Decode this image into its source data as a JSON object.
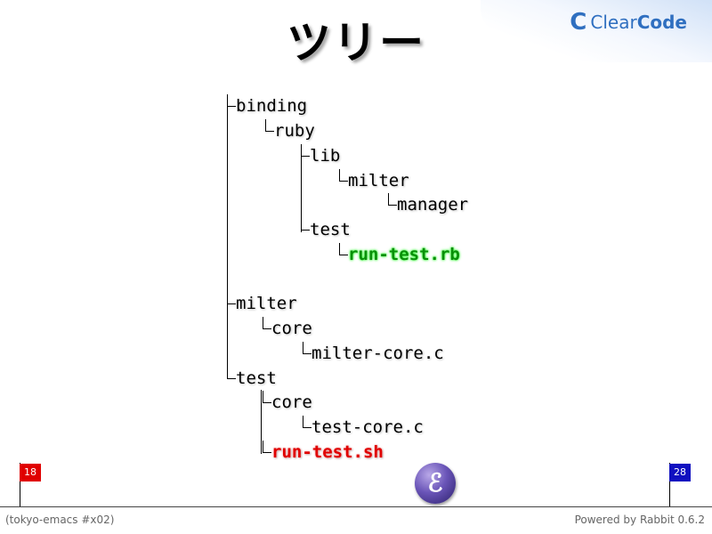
{
  "slide": {
    "title": "ツリー",
    "logo": {
      "text_pre": "Clear",
      "text_bold": "Code"
    }
  },
  "tree": [
    {
      "label": "binding",
      "level": 0,
      "highlight": "none"
    },
    {
      "label": "ruby",
      "level": 1,
      "highlight": "none"
    },
    {
      "label": "lib",
      "level": 2,
      "highlight": "none"
    },
    {
      "label": "milter",
      "level": 3,
      "highlight": "none"
    },
    {
      "label": "manager",
      "level": 4,
      "highlight": "none"
    },
    {
      "label": "test",
      "level": 2,
      "highlight": "none"
    },
    {
      "label": "run-test.rb",
      "level": 3,
      "highlight": "green"
    },
    {
      "label": "milter",
      "level": 0,
      "highlight": "none"
    },
    {
      "label": "core",
      "level": 1,
      "highlight": "none"
    },
    {
      "label": "milter-core.c",
      "level": 2,
      "highlight": "none"
    },
    {
      "label": "test",
      "level": 0,
      "highlight": "none"
    },
    {
      "label": "core",
      "level": 1,
      "highlight": "none"
    },
    {
      "label": "test-core.c",
      "level": 2,
      "highlight": "none"
    },
    {
      "label": "run-test.sh",
      "level": 1,
      "highlight": "red"
    }
  ],
  "navigation": {
    "start_page": "18",
    "end_page": "28",
    "start_color": "#e00000",
    "end_color": "#1010c0"
  },
  "footer": {
    "left_text": "(tokyo-emacs #x02)",
    "right_text": "Powered by Rabbit 0.6.2"
  },
  "icons": {
    "emacs": "emacs-icon",
    "emacs_glyph": "ℰ"
  }
}
